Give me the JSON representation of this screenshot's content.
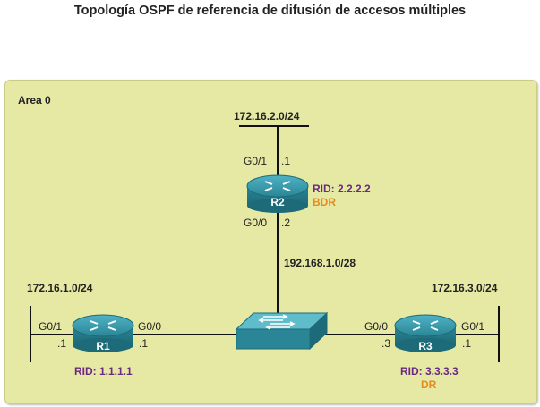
{
  "title": "Topología OSPF de referencia de difusión de accesos múltiples",
  "area_label": "Area 0",
  "networks": {
    "top": "172.16.2.0/24",
    "left": "172.16.1.0/24",
    "right": "172.16.3.0/24",
    "middle": "192.168.1.0/28"
  },
  "routers": {
    "r1": {
      "name": "R1",
      "rid": "RID: 1.1.1.1",
      "if_left": "G0/1",
      "if_left_addr": ".1",
      "if_right": "G0/0",
      "if_right_addr": ".1"
    },
    "r2": {
      "name": "R2",
      "rid": "RID: 2.2.2.2",
      "role": "BDR",
      "if_top": "G0/1",
      "if_top_addr": ".1",
      "if_bottom": "G0/0",
      "if_bottom_addr": ".2"
    },
    "r3": {
      "name": "R3",
      "rid": "RID: 3.3.3.3",
      "role": "DR",
      "if_left": "G0/0",
      "if_left_addr": ".3",
      "if_right": "G0/1",
      "if_right_addr": ".1"
    }
  },
  "colors": {
    "area_bg": "#e6e9a4",
    "router": "#2e8fa0",
    "switch": "#2e8fa0",
    "rid": "#6b2a82",
    "role": "#e8891d"
  }
}
